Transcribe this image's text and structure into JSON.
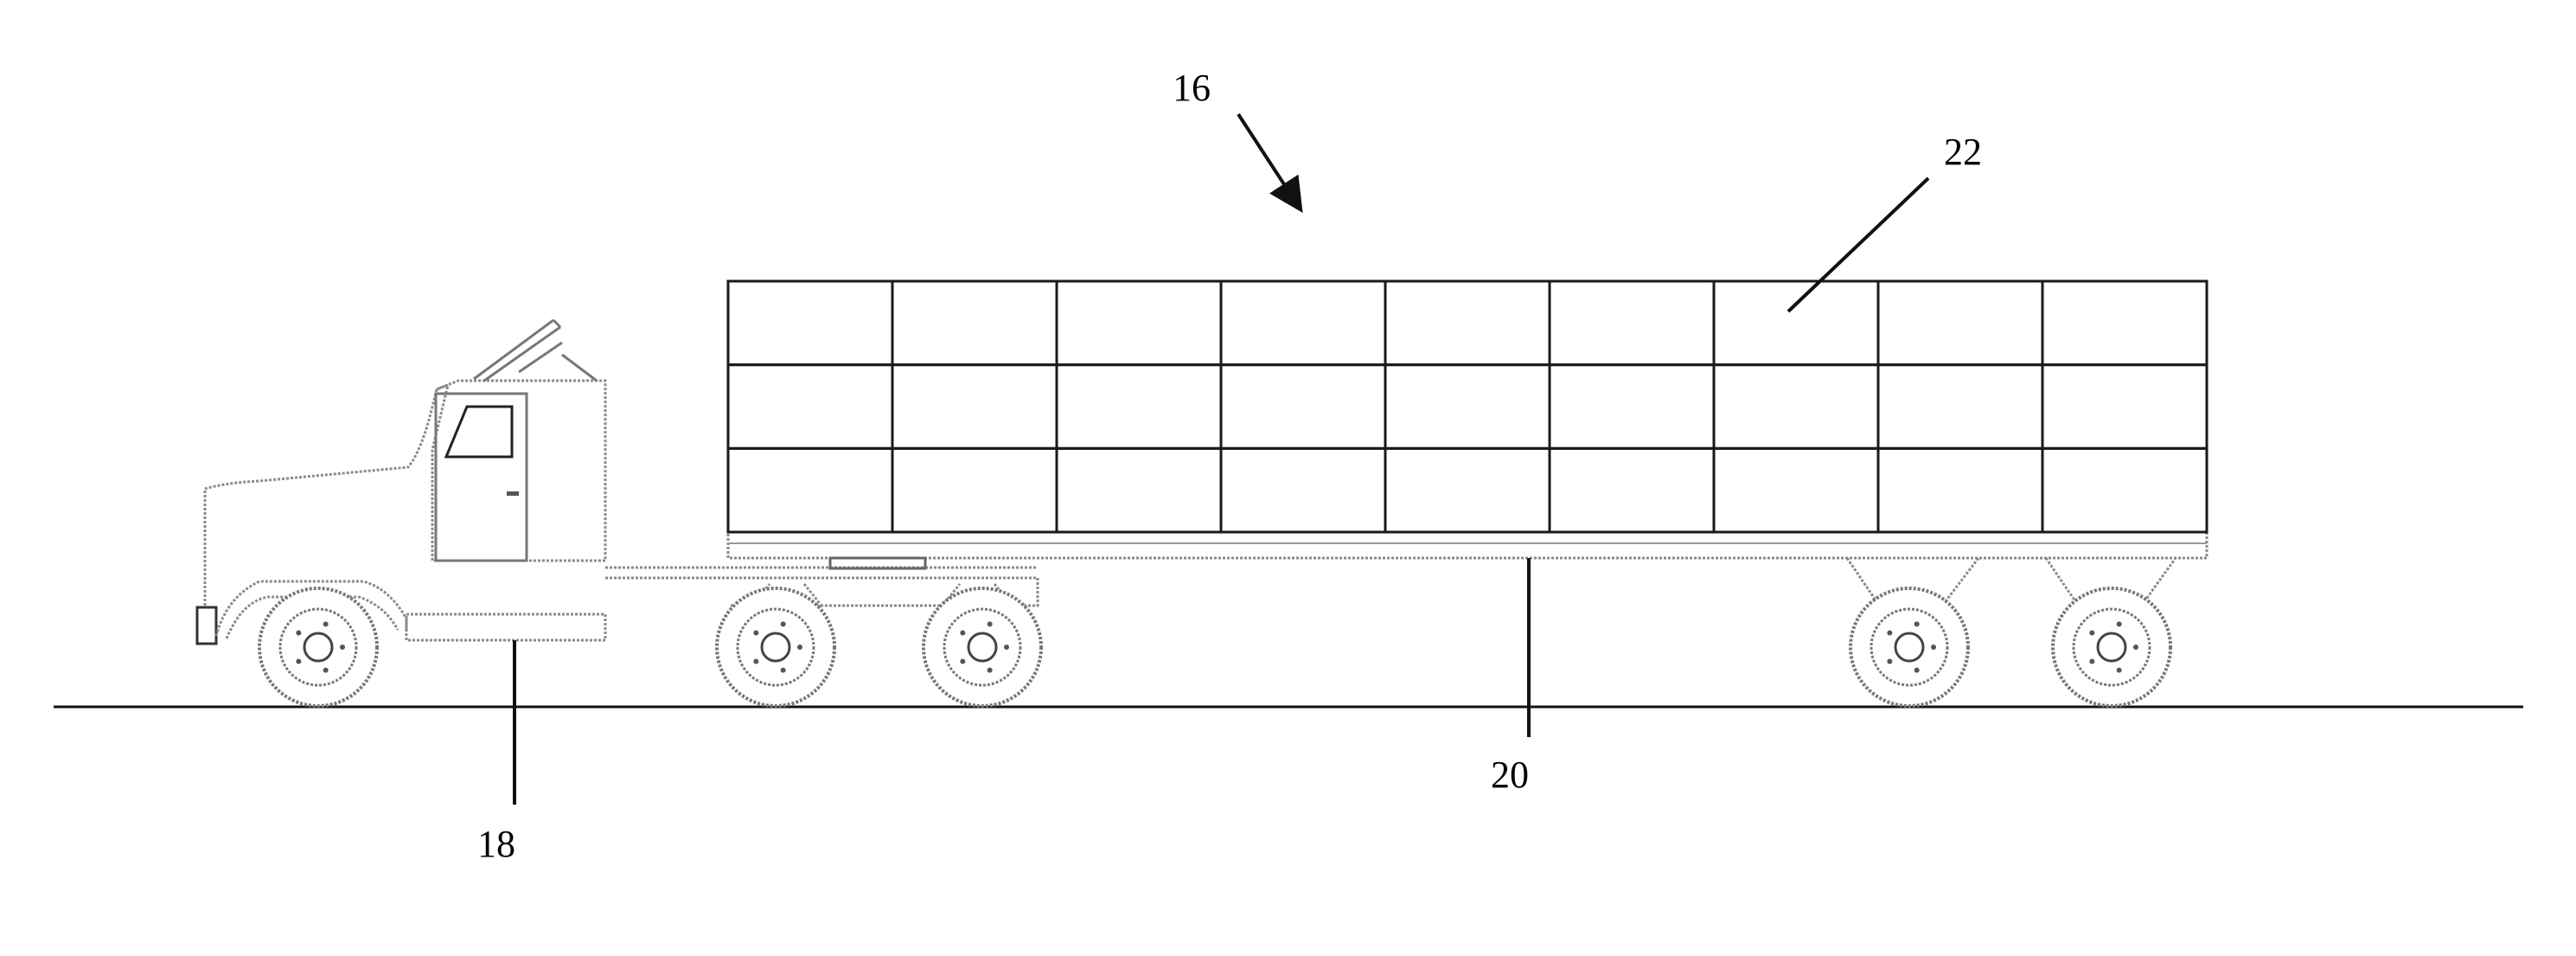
{
  "figure": {
    "labels": {
      "assembly": "16",
      "tractor": "18",
      "trailer": "20",
      "cargo": "22"
    },
    "cargo_grid": {
      "rows": 3,
      "columns": 9
    },
    "colors": {
      "ink": "#111111",
      "outline": "#8a8a8a",
      "background": "#ffffff"
    }
  }
}
